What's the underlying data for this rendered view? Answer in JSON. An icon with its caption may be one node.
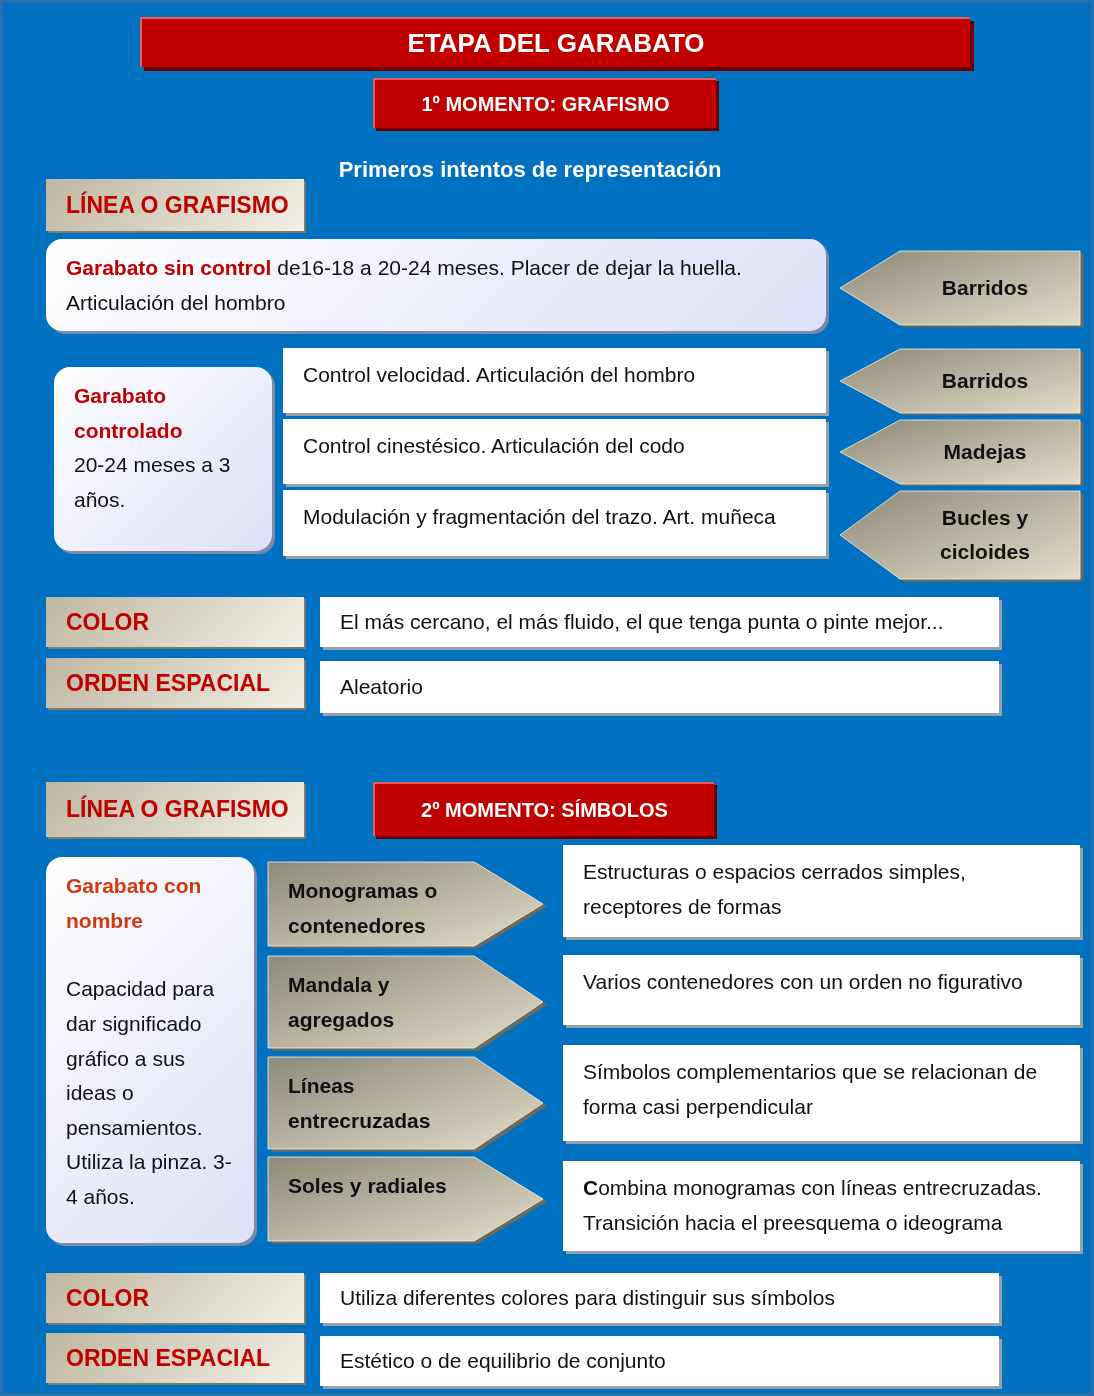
{
  "diagram": {
    "title": "ETAPA DEL GARABATO",
    "nodes": [
      {
        "text": [
          "1º MOMENTO: GRAFISMO"
        ]
      },
      {
        "text": [
          "LÍNEA O GRAFISMO"
        ]
      },
      {
        "text": [
          "**Garabato sin control** de16-18 a 20-24 meses.   Placer de dejar la huella. Articulación del hombro"
        ]
      },
      {
        "text": [
          "Barridos"
        ]
      },
      {
        "text": [
          "Garabato controlado",
          "20-24 meses a 3 años."
        ]
      },
      {
        "text": [
          "Control velocidad. Articulación del hombro"
        ]
      },
      {
        "text": [
          "Barridos"
        ]
      },
      {
        "text": [
          "Control cinestésico. Articulación del codo"
        ]
      },
      {
        "text": [
          "Madejas"
        ]
      },
      {
        "text": [
          "Modulación y fragmentación del trazo. Art. muñeca"
        ]
      },
      {
        "text": [
          "Bucles y cicloides"
        ]
      },
      {
        "text": [
          "COLOR"
        ]
      },
      {
        "text": [
          "El más cercano,  el más fluido, el que tenga punta o pinte mejor..."
        ]
      },
      {
        "text": [
          "ORDEN ESPACIAL"
        ]
      },
      {
        "text": [
          "Aleatorio"
        ]
      },
      {
        "text": [
          "LÍNEA O GRAFISMO"
        ]
      },
      {
        "text": [
          "2º MOMENTO: SÍMBOLOS"
        ]
      },
      {
        "text": [
          "Garabato con nombre",
          "Capacidad para dar significado gráfico a sus ideas o pensamientos. Utiliza la pinza. 3-4 años."
        ]
      },
      {
        "text": [
          "Monogramas o contenedores"
        ]
      },
      {
        "text": [
          "Estructuras o espacios cerrados simples, receptores de formas"
        ]
      },
      {
        "text": [
          "Mandala y agregados"
        ]
      },
      {
        "text": [
          "Varios contenedores con un orden no figurativo"
        ]
      },
      {
        "text": [
          "Líneas entrecruzadas"
        ]
      },
      {
        "text": [
          "Símbolos complementarios que se relacionan de forma casi perpendicular"
        ]
      },
      {
        "text": [
          "Soles y radiales"
        ]
      },
      {
        "text": [
          "**C**ombina monogramas con líneas entrecruzadas. Transición hacia el preesquema o ideograma"
        ]
      },
      {
        "text": [
          "COLOR"
        ]
      },
      {
        "text": [
          "Utiliza diferentes colores para distinguir sus símbolos"
        ]
      },
      {
        "text": [
          "ORDEN ESPACIAL"
        ]
      },
      {
        "text": [
          "Estético o de equilibrio de conjunto"
        ]
      }
    ],
    "labels": [
      "Primeros intentos de representación"
    ]
  }
}
